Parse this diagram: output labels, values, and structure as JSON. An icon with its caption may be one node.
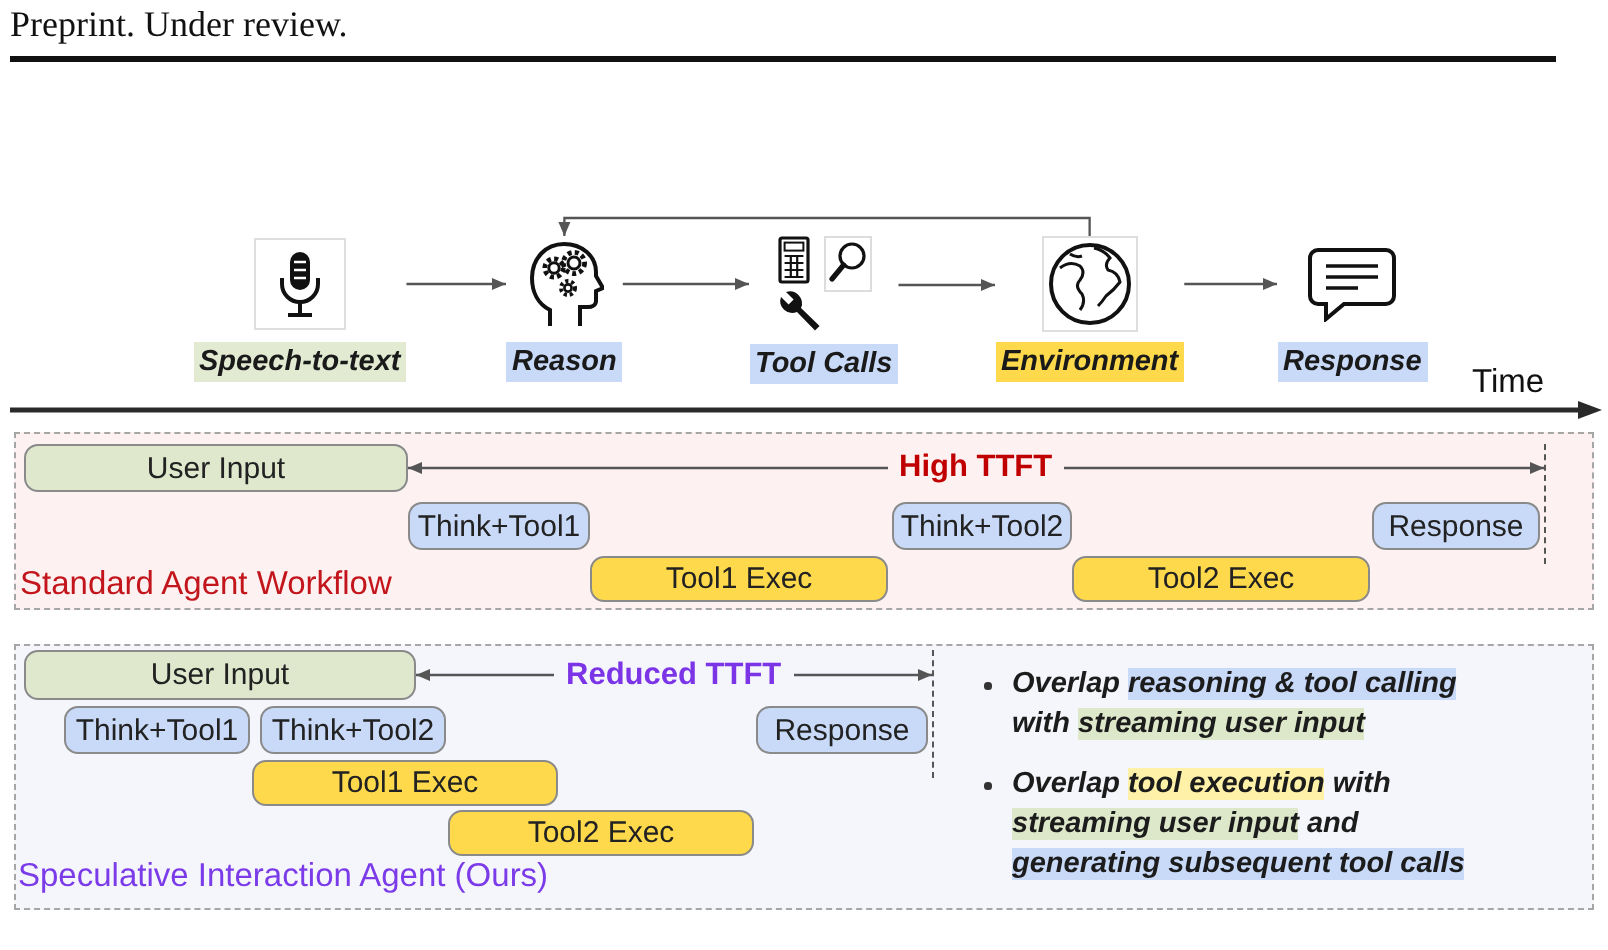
{
  "diagram": {
    "nodes": [
      {
        "text": [
          "Speech-to-text"
        ]
      },
      {
        "text": [
          "Reason"
        ]
      },
      {
        "text": [
          "Tool Calls"
        ]
      },
      {
        "text": [
          "Environment"
        ]
      },
      {
        "text": [
          "Response"
        ]
      },
      {
        "text": [
          "Standard Agent Workflow"
        ]
      },
      {
        "text": [
          "User Input"
        ],
        "in": 5
      },
      {
        "text": [
          "Think+Tool1"
        ],
        "in": 5
      },
      {
        "text": [
          "Think+Tool2"
        ],
        "in": 5
      },
      {
        "text": [
          "Response"
        ],
        "in": 5
      },
      {
        "text": [
          "Tool1 Exec"
        ],
        "in": 5
      },
      {
        "text": [
          "Tool2 Exec"
        ],
        "in": 5
      },
      {
        "text": [],
        "shape": "bar",
        "in": 5
      },
      {
        "text": [
          "Speculative Interaction Agent (Ours)"
        ]
      },
      {
        "text": [
          "User Input"
        ],
        "in": 13
      },
      {
        "text": [
          "Think+Tool1"
        ],
        "in": 13
      },
      {
        "text": [
          "Think+Tool2"
        ],
        "in": 13
      },
      {
        "text": [
          "Response"
        ],
        "in": 13
      },
      {
        "text": [
          "Tool1 Exec"
        ],
        "in": 13
      },
      {
        "text": [
          "Tool2 Exec"
        ],
        "in": 13
      },
      {
        "text": [],
        "shape": "bar",
        "in": 13
      }
    ],
    "edges": [
      {
        "from": 0,
        "to": 1,
        "arrow": "to"
      },
      {
        "from": 1,
        "to": 2,
        "arrow": "to"
      },
      {
        "from": 2,
        "to": 3,
        "arrow": "to"
      },
      {
        "from": 3,
        "to": 4,
        "arrow": "to"
      },
      {
        "from": 3,
        "to": 1,
        "arrow": "to"
      },
      {
        "from": 6,
        "to": 12,
        "arrow": "both",
        "label": "High TTFT"
      },
      {
        "from": 14,
        "to": 20,
        "arrow": "both",
        "label": "Reduced TTFT"
      }
    ],
    "labels": [
      "Preprint. Under review.",
      "Time",
      "Overlap reasoning & tool calling with streaming user input",
      "Overlap tool execution with streaming user input and generating subsequent tool calls"
    ]
  }
}
